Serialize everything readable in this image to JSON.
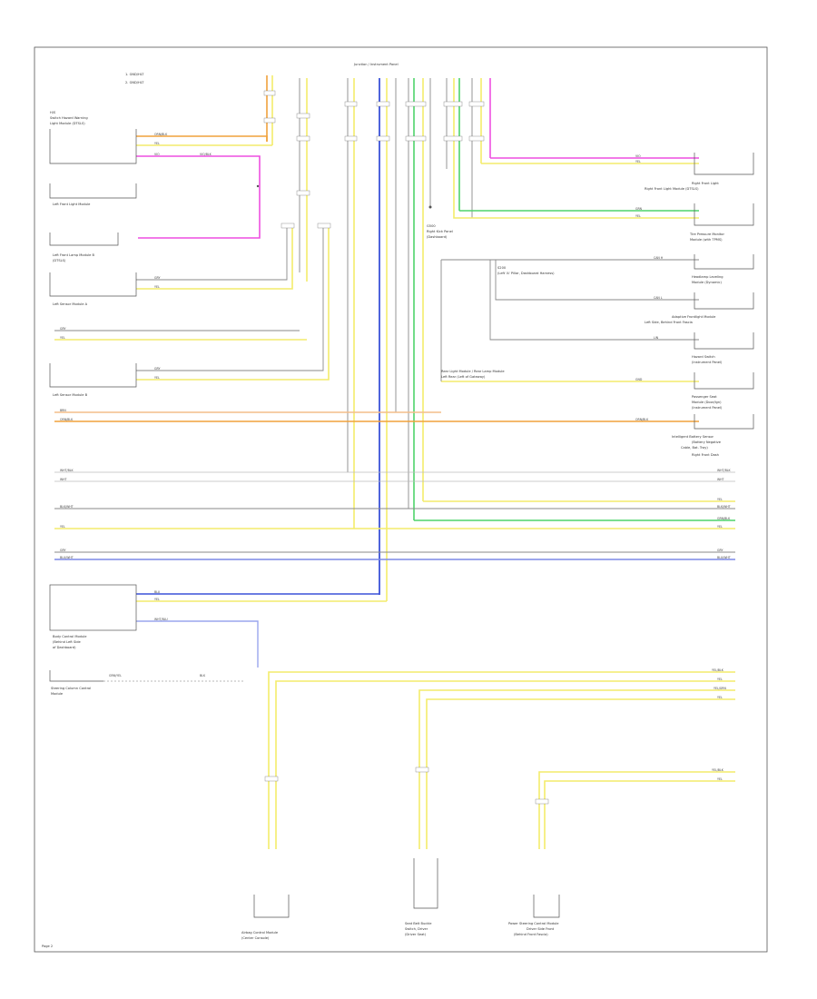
{
  "diagram": {
    "page_number": "Page 2",
    "legend": [
      "1. GND/HLT",
      "2. GND/HLT"
    ],
    "top_connector": "Junction / Instrument Panel",
    "components": {
      "front_sidemarker": [
        "H/S",
        "Switch Hazard Warning",
        "Light Module (DTSLS)"
      ],
      "left_front_light": "Left Front Light Module",
      "left_front_lamp_module": [
        "Left Front Lamp Module B",
        "(DTSLS)"
      ],
      "left_sensor_a": "Left Sensor Module A",
      "left_sensor_b": "Left Sensor Module B",
      "right_front_light": [
        "Right Front Light",
        "Right Front Light Module (DTSLS)"
      ],
      "tire_pressure": [
        "Tire Pressure Monitor",
        "Module (with TPMS)"
      ],
      "ground_splice": [
        "G500",
        "Right Kick Panel",
        "(Dashboard)"
      ],
      "splice_note": [
        "S200",
        "(Left 'A' Pillar, Dashboard Harness)"
      ],
      "headlamp_leveling": [
        "Headlamp Leveling",
        "Module (Dynamic)"
      ],
      "adaptive_frontlight": [
        "Adaptive Frontlight Module",
        "Left Side, Behind Front Fascia"
      ],
      "hazard_switch": [
        "Hazard Switch",
        "(Instrument Panel)"
      ],
      "passenger_seat": [
        "Passenger Seat",
        "Module (Door/Ign)",
        "(Instrument Panel)"
      ],
      "body_control": [
        "Body Control Module",
        "(Behind Left Side",
        "of Dashboard)"
      ],
      "intelligent_battery": [
        "Intelligent Battery Sensor",
        "(Battery Negative",
        "Cable, Bat. Tray)"
      ],
      "right_dash": "Right Front Dash",
      "rear_light": [
        "Rear Light Module / Rear Lamp Module",
        "Left Rear (Left of Gateway)"
      ],
      "steering_column": [
        "Steering Column Control",
        "Module"
      ],
      "airbag_control": [
        "Airbag Control Module",
        "(Center Console)"
      ],
      "seat_belt": [
        "Seat Belt Buckle",
        "Switch, Driver",
        "(Driver Seat)"
      ],
      "power_steering": [
        "Power Steering Control Module",
        "Driver Side Front",
        "(Behind Front Fascia)"
      ]
    },
    "wire_labels": {
      "c_orn_blk": "ORN/BLK",
      "c_yel": "YEL",
      "c_yel_grn": "YEL/GRN",
      "c_brn": "BRN",
      "c_wht": "WHT",
      "c_grn": "GRN",
      "c_vio": "VIO",
      "c_blu": "BLU",
      "c_gry": "GRY",
      "c_blk": "BLK",
      "c_blk_wht": "BLK/WHT",
      "c_wht_blk": "WHT/BLK",
      "c_grn_blk": "GRN/BLK",
      "c_blu_wht": "BLU/WHT",
      "c_yel_blk": "YEL/BLK",
      "c_wht_blu": "WHT/BLU",
      "c_vio_blk": "VIO/BLK",
      "c_grn_yel": "GRN/YEL",
      "c_can_h": "CAN H",
      "c_can_l": "CAN L",
      "c_lin": "LIN",
      "c_gnd": "GND"
    },
    "wire_colors": {
      "orange": "#f0a23c",
      "yellow": "#f4ec6b",
      "magenta": "#ee4fe0",
      "blue": "#3b52d8",
      "green": "#4fd36b",
      "gray": "#8a8a8a",
      "peach": "#f4bd8a",
      "light_blue": "#9aa6ee"
    }
  }
}
